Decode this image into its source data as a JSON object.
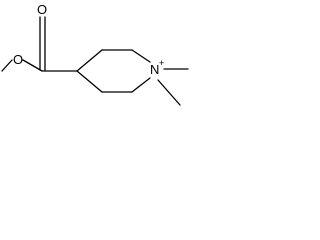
{
  "molecule": {
    "atoms": {
      "carbonyl_oxygen": "O",
      "ester_oxygen": "O",
      "ring_nitrogen": "N",
      "nitrogen_charge": "+"
    }
  }
}
